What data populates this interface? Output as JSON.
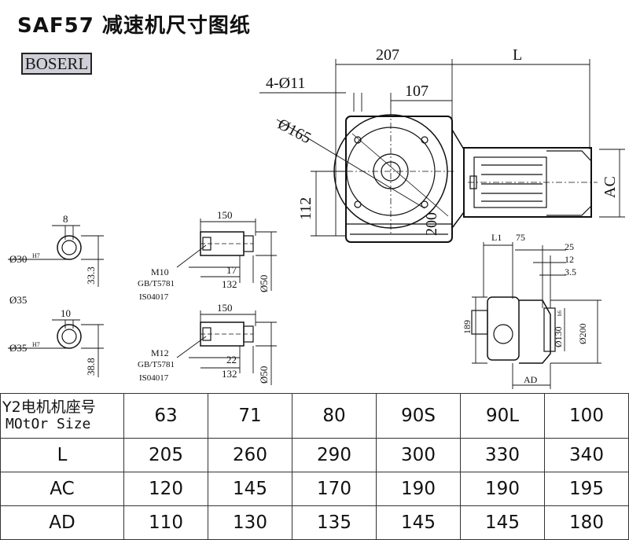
{
  "header": {
    "title": "SAF57 减速机尺寸图纸",
    "brand": "BOSERL"
  },
  "drawing": {
    "main_dims": {
      "d207": "207",
      "dL": "L",
      "holes": "4-Ø11",
      "d107": "107",
      "pcd": "Ø165",
      "d112": "112",
      "d200": "200",
      "ac": "AC"
    },
    "shaft_30": {
      "key": "8",
      "bore": "Ø30",
      "tol": "H7",
      "depth": "33.3"
    },
    "alt_bore_label": "Ø35",
    "shaft_35": {
      "key": "10",
      "bore": "Ø35",
      "tol": "H7",
      "depth": "38.8"
    },
    "plug_a": {
      "length": "150",
      "thread": "M10",
      "std1": "GB/T5781",
      "std2": "IS04017",
      "d17": "17",
      "d132": "132",
      "d50": "Ø50"
    },
    "plug_b": {
      "length": "150",
      "thread": "M12",
      "std1": "GB/T5781",
      "std2": "IS04017",
      "d22": "22",
      "d132": "132",
      "d50": "Ø50"
    },
    "side_view": {
      "l1": "L1",
      "d75": "75",
      "d25": "25",
      "d12": "12",
      "d35": "3.5",
      "d189": "189",
      "d130": "Ø130",
      "d130tol": "h6",
      "d200": "Ø200",
      "ad": "AD"
    }
  },
  "table": {
    "header_cn": "Y2电机机座号",
    "header_en": "MOtOr Size",
    "columns": [
      "63",
      "71",
      "80",
      "90S",
      "90L",
      "100"
    ],
    "rows": [
      {
        "label": "L",
        "values": [
          "205",
          "260",
          "290",
          "300",
          "330",
          "340"
        ]
      },
      {
        "label": "AC",
        "values": [
          "120",
          "145",
          "170",
          "190",
          "190",
          "195"
        ]
      },
      {
        "label": "AD",
        "values": [
          "110",
          "130",
          "135",
          "145",
          "145",
          "180"
        ]
      }
    ]
  }
}
